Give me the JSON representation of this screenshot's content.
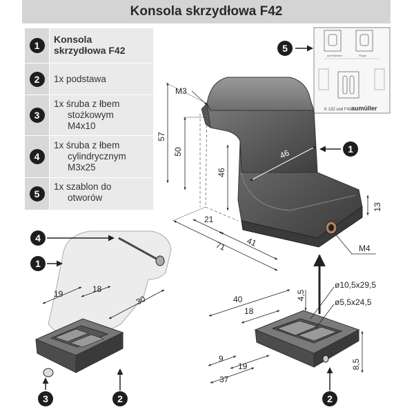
{
  "title": "Konsola skrzydłowa F42",
  "parts": [
    {
      "num": "1",
      "qty": "",
      "text": "Konsola skrzydłowa F42"
    },
    {
      "num": "2",
      "qty": "1x",
      "text": "podstawa"
    },
    {
      "num": "3",
      "qty": "1x",
      "text": "śruba z łbem stożkowym M4x10"
    },
    {
      "num": "4",
      "qty": "1x",
      "text": "śruba z łbem cylindrycznym M3x25"
    },
    {
      "num": "5",
      "qty": "1x",
      "text": "szablon do otworów"
    }
  ],
  "parts_lines": {
    "p1_a": "Konsola",
    "p1_b": "skrzydłowa F42",
    "p3_a": "śruba z łbem",
    "p3_b": "stożkowym",
    "p3_c": "M4x10",
    "p4_a": "śruba z łbem",
    "p4_b": "cylindrycznym",
    "p4_c": "M3x25",
    "p5_a": "szablon do",
    "p5_b": "otworów"
  },
  "dimensions": {
    "m3": "M3",
    "h57": "57",
    "h50": "50",
    "h46": "46",
    "w46": "46",
    "d21": "21",
    "d41": "41",
    "d71": "71",
    "h13": "13",
    "m4": "M4",
    "b40": "40",
    "b18": "18",
    "b4_5": "4,5",
    "slot1": "ø10,5x29,5",
    "slot2": "ø5,5x24,5",
    "b9": "9",
    "b19": "19",
    "b37": "37",
    "b8_5": "8,5",
    "l19": "19",
    "l18": "18",
    "l30": "30"
  },
  "template": {
    "caption": "K 132 und F42",
    "brand": "aumüller",
    "label_a": "auf Rahmen",
    "label_b": "Flügel"
  },
  "colors": {
    "body_dark": "#4a4a4a",
    "body_mid": "#6a6a6a",
    "body_light": "#8a8a8a",
    "ghost": "#e8e8e8",
    "title_bg": "#d4d4d4",
    "badge": "#1e1e1e"
  }
}
